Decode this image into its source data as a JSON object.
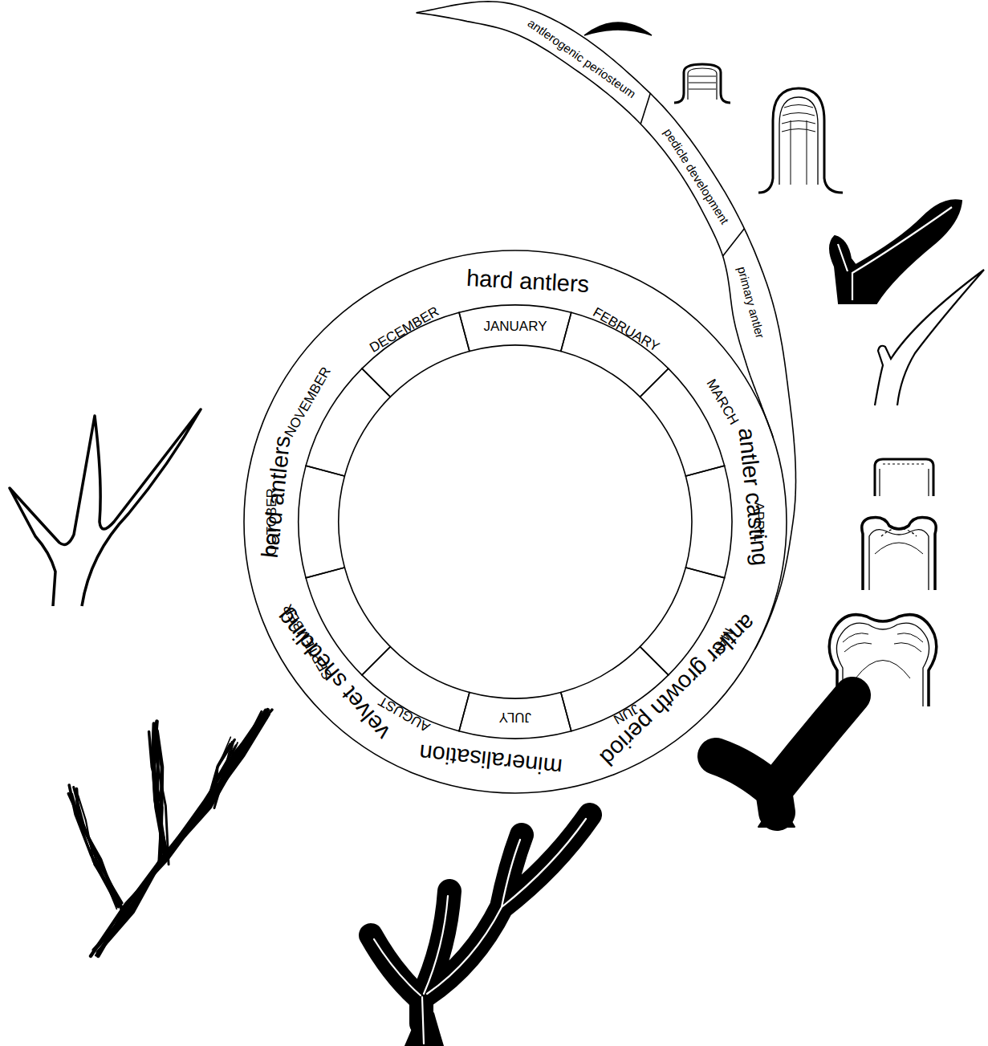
{
  "diagram": {
    "nodes": [
      {
        "text": [
          "antlerogenic periosteum"
        ]
      },
      {
        "text": [
          "pedicle development"
        ]
      },
      {
        "text": [
          "primary antler"
        ]
      },
      {
        "text": [
          "JANUARY"
        ]
      },
      {
        "text": [
          "FEBRUARY"
        ]
      },
      {
        "text": [
          "MARCH"
        ]
      },
      {
        "text": [
          "APRIL"
        ]
      },
      {
        "text": [
          "MAY"
        ]
      },
      {
        "text": [
          "JUN"
        ]
      },
      {
        "text": [
          "JULY"
        ]
      },
      {
        "text": [
          "AUGUST"
        ]
      },
      {
        "text": [
          "SEPTEMBER"
        ]
      },
      {
        "text": [
          "OCTOBER"
        ]
      },
      {
        "text": [
          "NOVEMBER"
        ]
      },
      {
        "text": [
          "DECEMBER"
        ]
      }
    ],
    "labels": [
      "hard antlers",
      "antler casting",
      "antler growth period",
      "mineralisation",
      "velvet shedding",
      "hard antlers"
    ]
  }
}
